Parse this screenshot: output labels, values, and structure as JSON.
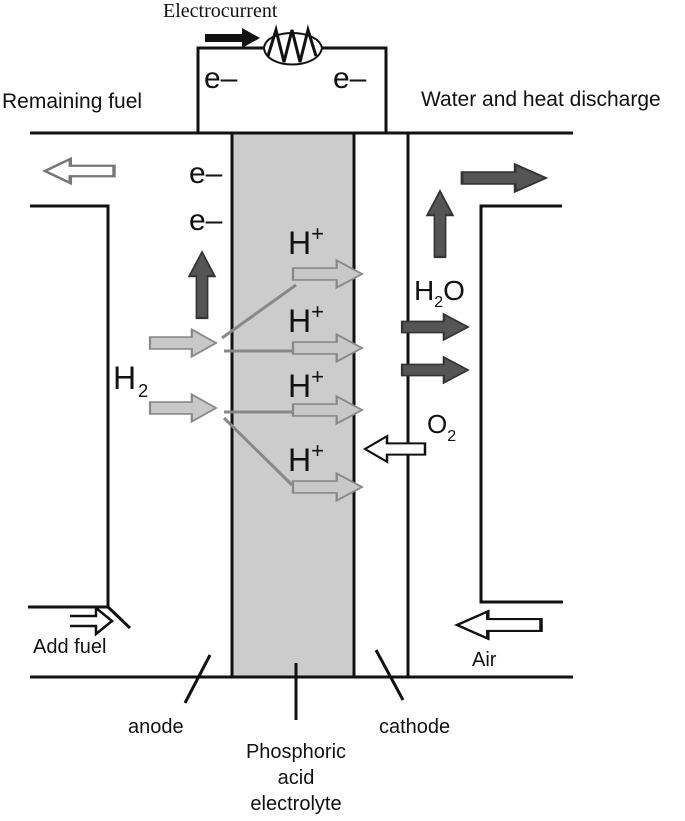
{
  "labels": {
    "electrocurrent": "Electrocurrent",
    "electron_left": "e–",
    "electron_right": "e–",
    "remaining_fuel": "Remaining fuel",
    "water_heat_discharge": "Water and heat discharge",
    "electron_1": "e–",
    "electron_2": "e–",
    "h_plus_1": "H",
    "h_plus_2": "H",
    "h_plus_3": "H",
    "h_plus_4": "H",
    "plus_sign": "+",
    "h2_main": "H",
    "h2_sub": "2",
    "h2o_main": "H",
    "h2o_sub": "2",
    "h2o_o": "O",
    "o2_main": "O",
    "o2_sub": "2",
    "add_fuel": "Add fuel",
    "air": "Air",
    "anode": "anode",
    "cathode": "cathode",
    "electrolyte_line1": "Phosphoric",
    "electrolyte_line2": "acid",
    "electrolyte_line3": "electrolyte"
  },
  "colors": {
    "electrolyte_fill": "#cccccc",
    "dark_arrow": "#555555",
    "light_arrow": "#c8c8c8",
    "light_arrow_stroke": "#888888",
    "line": "#111111"
  },
  "icons": {
    "resistor": "resistor-zigzag-icon"
  }
}
